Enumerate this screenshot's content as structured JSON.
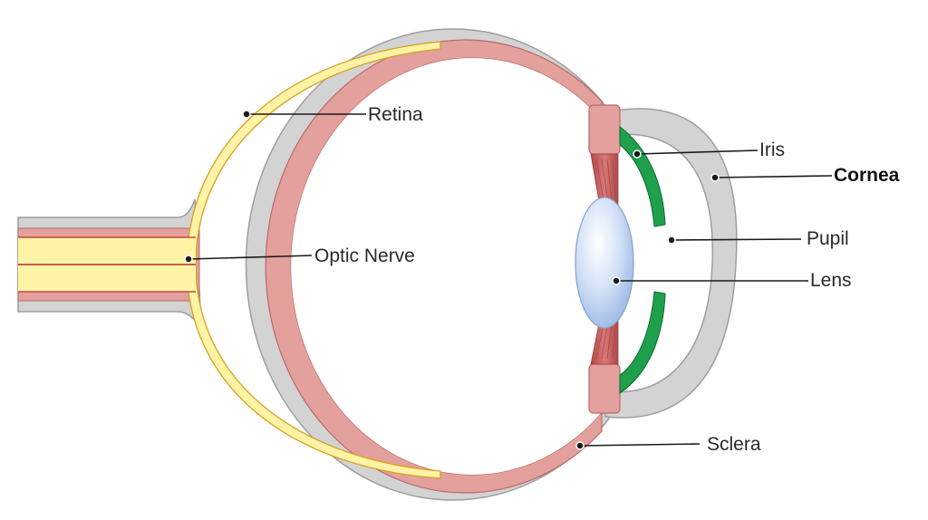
{
  "labels": {
    "retina": "Retina",
    "optic_nerve": "Optic Nerve",
    "iris": "Iris",
    "cornea": "Cornea",
    "pupil": "Pupil",
    "lens": "Lens",
    "sclera": "Sclera"
  },
  "colors": {
    "sclera": "#d3d3d3",
    "sclera_outline": "#9e9e9e",
    "choroid": "#e3a09c",
    "choroid_outline": "#b86a68",
    "retina": "#fff3a6",
    "retina_outline": "#d8a020",
    "iris": "#1ea04c",
    "lens": "#c6d8f4",
    "ciliary_muscle": "#c05a5a",
    "leader_line": "#1a1a1a"
  }
}
